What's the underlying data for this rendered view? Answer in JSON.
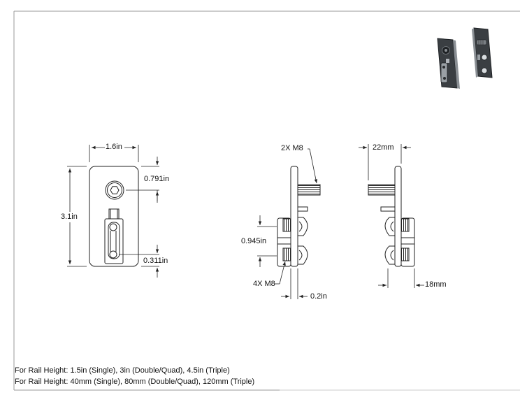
{
  "dimensions": {
    "front_width": "1.6in",
    "front_height": "3.1in",
    "top_hole_offset": "0.791in",
    "bottom_hole_offset": "0.311in",
    "side_bolts": "2X M8",
    "side_spacing": "0.945in",
    "side_nuts": "4X M8",
    "side_thickness": "0.2in",
    "right_depth": "22mm",
    "right_width": "18mm"
  },
  "notes": {
    "line1": "For Rail Height: 1.5in (Single), 3in (Double/Quad), 4.5in (Triple)",
    "line2": "For Rail Height: 40mm (Single), 80mm (Double/Quad), 120mm (Triple)"
  },
  "colors": {
    "line": "#222222",
    "part_fill": "#ffffff",
    "iso_dark": "#3a3e42",
    "iso_light": "#8a8f94"
  }
}
